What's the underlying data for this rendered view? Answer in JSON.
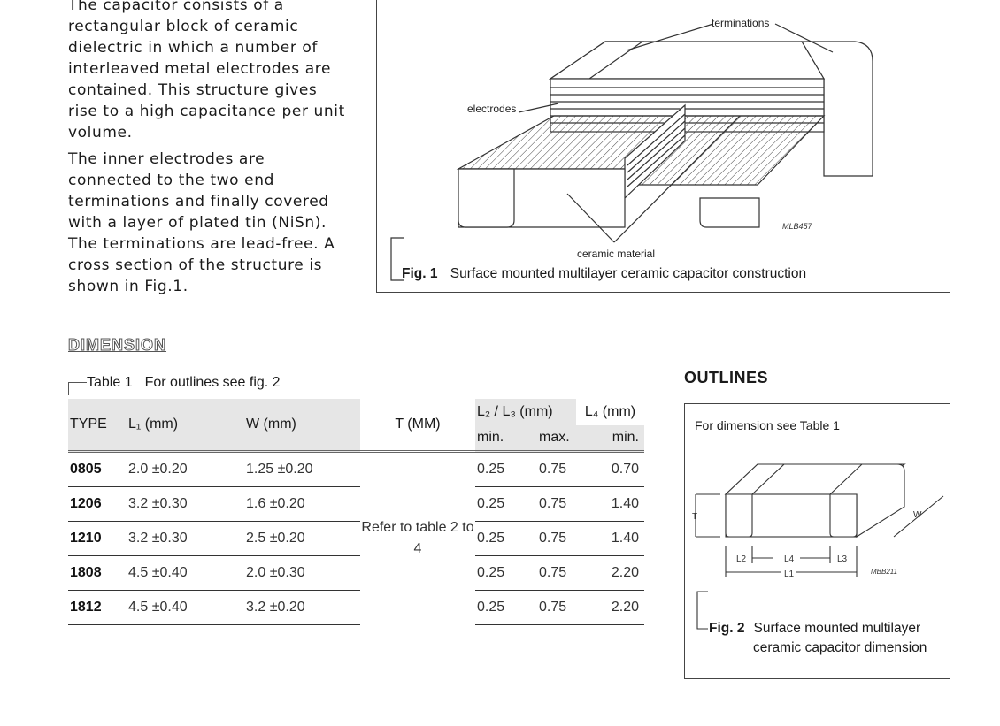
{
  "intro": {
    "p1": "The capacitor consists of a rectangular block of ceramic dielectric in which a number of interleaved metal electrodes are contained. This structure gives rise to a high capacitance per unit volume.",
    "p2": "The inner electrodes are connected to the two end terminations and finally covered with a layer of plated tin (NiSn). The terminations are lead-free. A cross section of the structure is shown in Fig.1."
  },
  "fig1": {
    "labels": {
      "terminations": "terminations",
      "electrodes": "electrodes",
      "ceramic": "ceramic material",
      "code": "MLB457"
    },
    "caption_num": "Fig. 1",
    "caption": "Surface mounted multilayer ceramic capacitor construction"
  },
  "dimension_heading": "DIMENSION",
  "table": {
    "caption_num": "Table 1",
    "caption": "For outlines see fig. 2",
    "headers": {
      "type": "TYPE",
      "l1": "L₁ (mm)",
      "w": "W (mm)",
      "t": "T (MM)",
      "l2l3": "L₂ / L₃ (mm)",
      "l4": "L₄ (mm)",
      "min": "min.",
      "max": "max.",
      "l4min": "min."
    },
    "refer": "Refer to table 2 to 4",
    "rows": [
      {
        "type": "0805",
        "l1": "2.0 ±0.20",
        "w": "1.25 ±0.20",
        "l23min": "0.25",
        "l23max": "0.75",
        "l4min": "0.70"
      },
      {
        "type": "1206",
        "l1": "3.2 ±0.30",
        "w": "1.6 ±0.20",
        "l23min": "0.25",
        "l23max": "0.75",
        "l4min": "1.40"
      },
      {
        "type": "1210",
        "l1": "3.2 ±0.30",
        "w": "2.5 ±0.20",
        "l23min": "0.25",
        "l23max": "0.75",
        "l4min": "1.40"
      },
      {
        "type": "1808",
        "l1": "4.5 ±0.40",
        "w": "2.0 ±0.30",
        "l23min": "0.25",
        "l23max": "0.75",
        "l4min": "2.20"
      },
      {
        "type": "1812",
        "l1": "4.5 ±0.40",
        "w": "3.2 ±0.20",
        "l23min": "0.25",
        "l23max": "0.75",
        "l4min": "2.20"
      }
    ]
  },
  "outlines": {
    "title": "OUTLINES",
    "note": "For dimension see Table 1",
    "labels": {
      "t": "T",
      "w": "W",
      "l1": "L1",
      "l2": "L2",
      "l3": "L3",
      "l4": "L4",
      "code": "MBB211"
    },
    "caption_num": "Fig. 2",
    "caption_line1": "Surface mounted multilayer",
    "caption_line2": "ceramic capacitor dimension"
  }
}
